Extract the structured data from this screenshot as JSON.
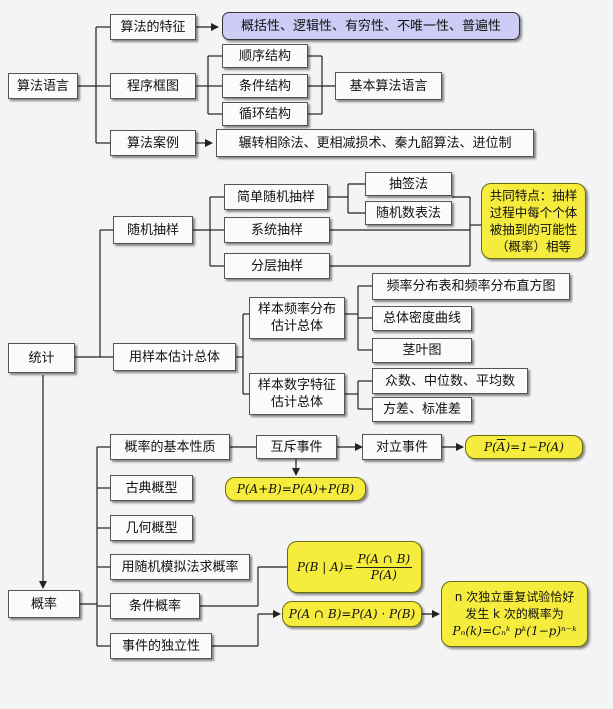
{
  "nodes": {
    "algo_lang": "算法语言",
    "algo_feature": "算法的特征",
    "algo_feature_desc": "概括性、逻辑性、有穷性、不唯一性、普遍性",
    "flowchart": "程序框图",
    "seq_struct": "顺序结构",
    "cond_struct": "条件结构",
    "loop_struct": "循环结构",
    "basic_algo_lang": "基本算法语言",
    "algo_cases": "算法案例",
    "algo_cases_desc": "辗转相除法、更相减损术、秦九韶算法、进位制",
    "statistics": "统计",
    "random_sampling": "随机抽样",
    "simple_random": "简单随机抽样",
    "lottery": "抽签法",
    "random_table": "随机数表法",
    "systematic": "系统抽样",
    "stratified": "分层抽样",
    "common_feature": "共同特点：抽样过程中每个个体被抽到的可能性（概率）相等",
    "estimate_population": "用样本估计总体",
    "sample_freq": "样本频率分布估计总体",
    "freq_table_hist": "频率分布表和频率分布直方图",
    "density_curve": "总体密度曲线",
    "stem_leaf": "茎叶图",
    "sample_numeric": "样本数字特征估计总体",
    "mode_median_mean": "众数、中位数、平均数",
    "variance_sd": "方差、标准差",
    "probability": "概率",
    "prob_basic": "概率的基本性质",
    "mutually_exclusive": "互斥事件",
    "complementary": "对立事件",
    "classical": "古典概型",
    "geometric": "几何概型",
    "simulation": "用随机模拟法求概率",
    "conditional": "条件概率",
    "independence": "事件的独立性"
  },
  "formulas": {
    "complement_lhs": "P(",
    "complement_abar": "A",
    "complement_rhs": ")=1−P(A)",
    "addition": "P(A+B)=P(A)+P(B)",
    "cond_lhs": "P(B | A)=",
    "cond_num": "P(A ∩ B)",
    "cond_den": "P(A)",
    "indep": "P(A ∩ B)=P(A) · P(B)",
    "binomial_line1": "n 次独立重复试验恰好",
    "binomial_line2": "发生 k 次的概率为",
    "binomial_line3": "Pₙ(k)=Cₙᵏ pᵏ(1−p)ⁿ⁻ᵏ"
  },
  "colors": {
    "highlight_yellow": "#f5ec3e",
    "highlight_lavender": "#ccccf5"
  }
}
